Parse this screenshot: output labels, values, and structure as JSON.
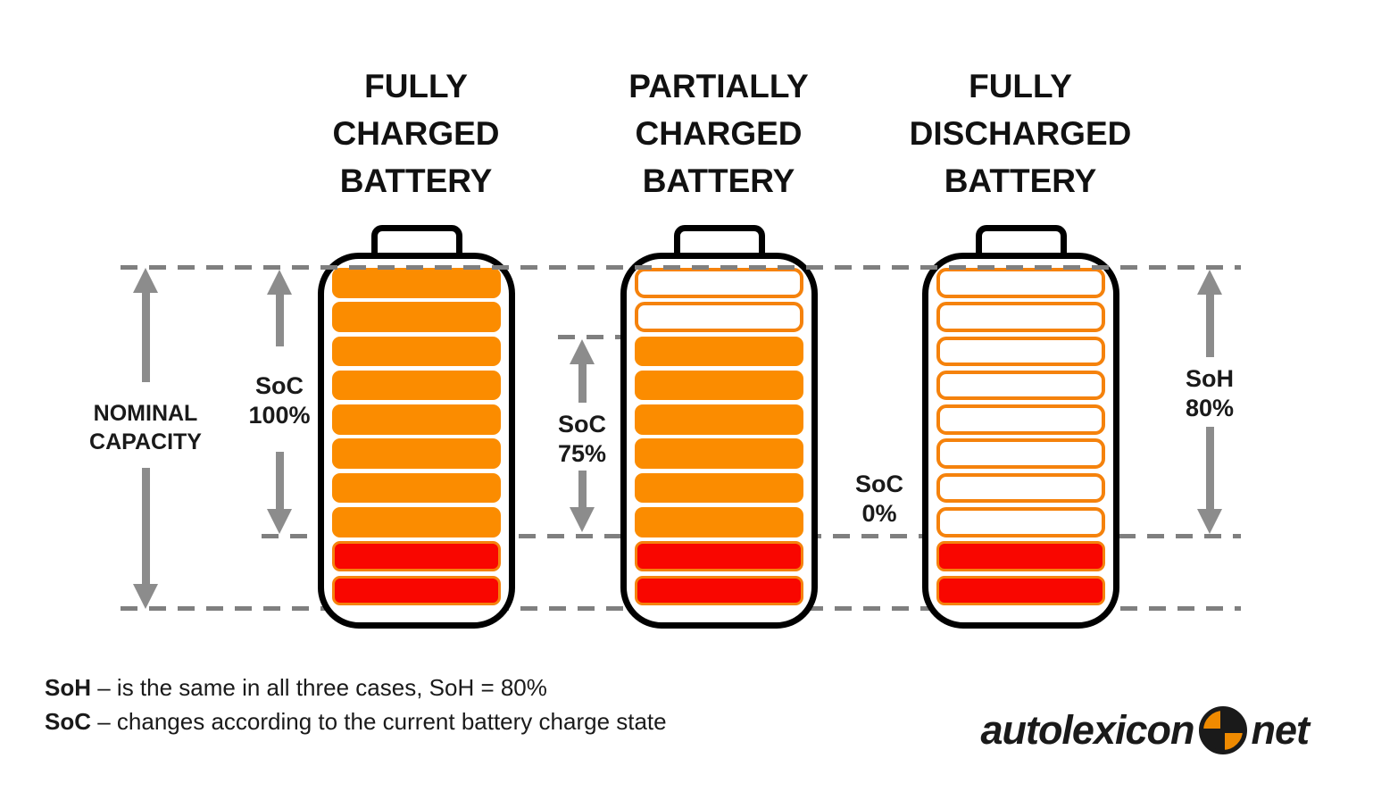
{
  "diagram": {
    "topic": "Battery SoC vs SoH comparison",
    "soh_percent": 80,
    "cells_per_battery": 10
  },
  "batteries": [
    {
      "name": "fully-charged",
      "title": "FULLY\nCHARGED\nBATTERY",
      "soc_label": "SoC\n100%",
      "soc_percent": 100,
      "cells": [
        "orange",
        "orange",
        "orange",
        "orange",
        "orange",
        "orange",
        "orange",
        "orange",
        "red",
        "red"
      ]
    },
    {
      "name": "partially-charged",
      "title": "PARTIALLY\nCHARGED\nBATTERY",
      "soc_label": "SoC\n75%",
      "soc_percent": 75,
      "cells": [
        "empty",
        "empty",
        "orange",
        "orange",
        "orange",
        "orange",
        "orange",
        "orange",
        "red",
        "red"
      ]
    },
    {
      "name": "fully-discharged",
      "title": "FULLY\nDISCHARGED\nBATTERY",
      "soc_label": "SoC\n0%",
      "soc_percent": 0,
      "cells": [
        "empty",
        "empty",
        "empty",
        "empty",
        "empty",
        "empty",
        "empty",
        "empty",
        "red",
        "red"
      ]
    }
  ],
  "labels": {
    "nominal_capacity": "NOMINAL\nCAPACITY",
    "soh": "SoH\n80%"
  },
  "notes": [
    {
      "term": "SoH",
      "text": "– is the same in all three cases, SoH = 80%"
    },
    {
      "term": "SoC",
      "text": "– changes according to the current battery charge state"
    }
  ],
  "logo": {
    "part1": "autolexicon",
    "part2": "net",
    "icon": "registration-target-icon"
  },
  "colors": {
    "orange": "#FB8C00",
    "red": "#F90600",
    "cell_border": "#F5820C",
    "arrow_gray": "#8C8C8C",
    "dash_gray": "#7F7F7F",
    "logo_orange": "#EF8A00"
  }
}
